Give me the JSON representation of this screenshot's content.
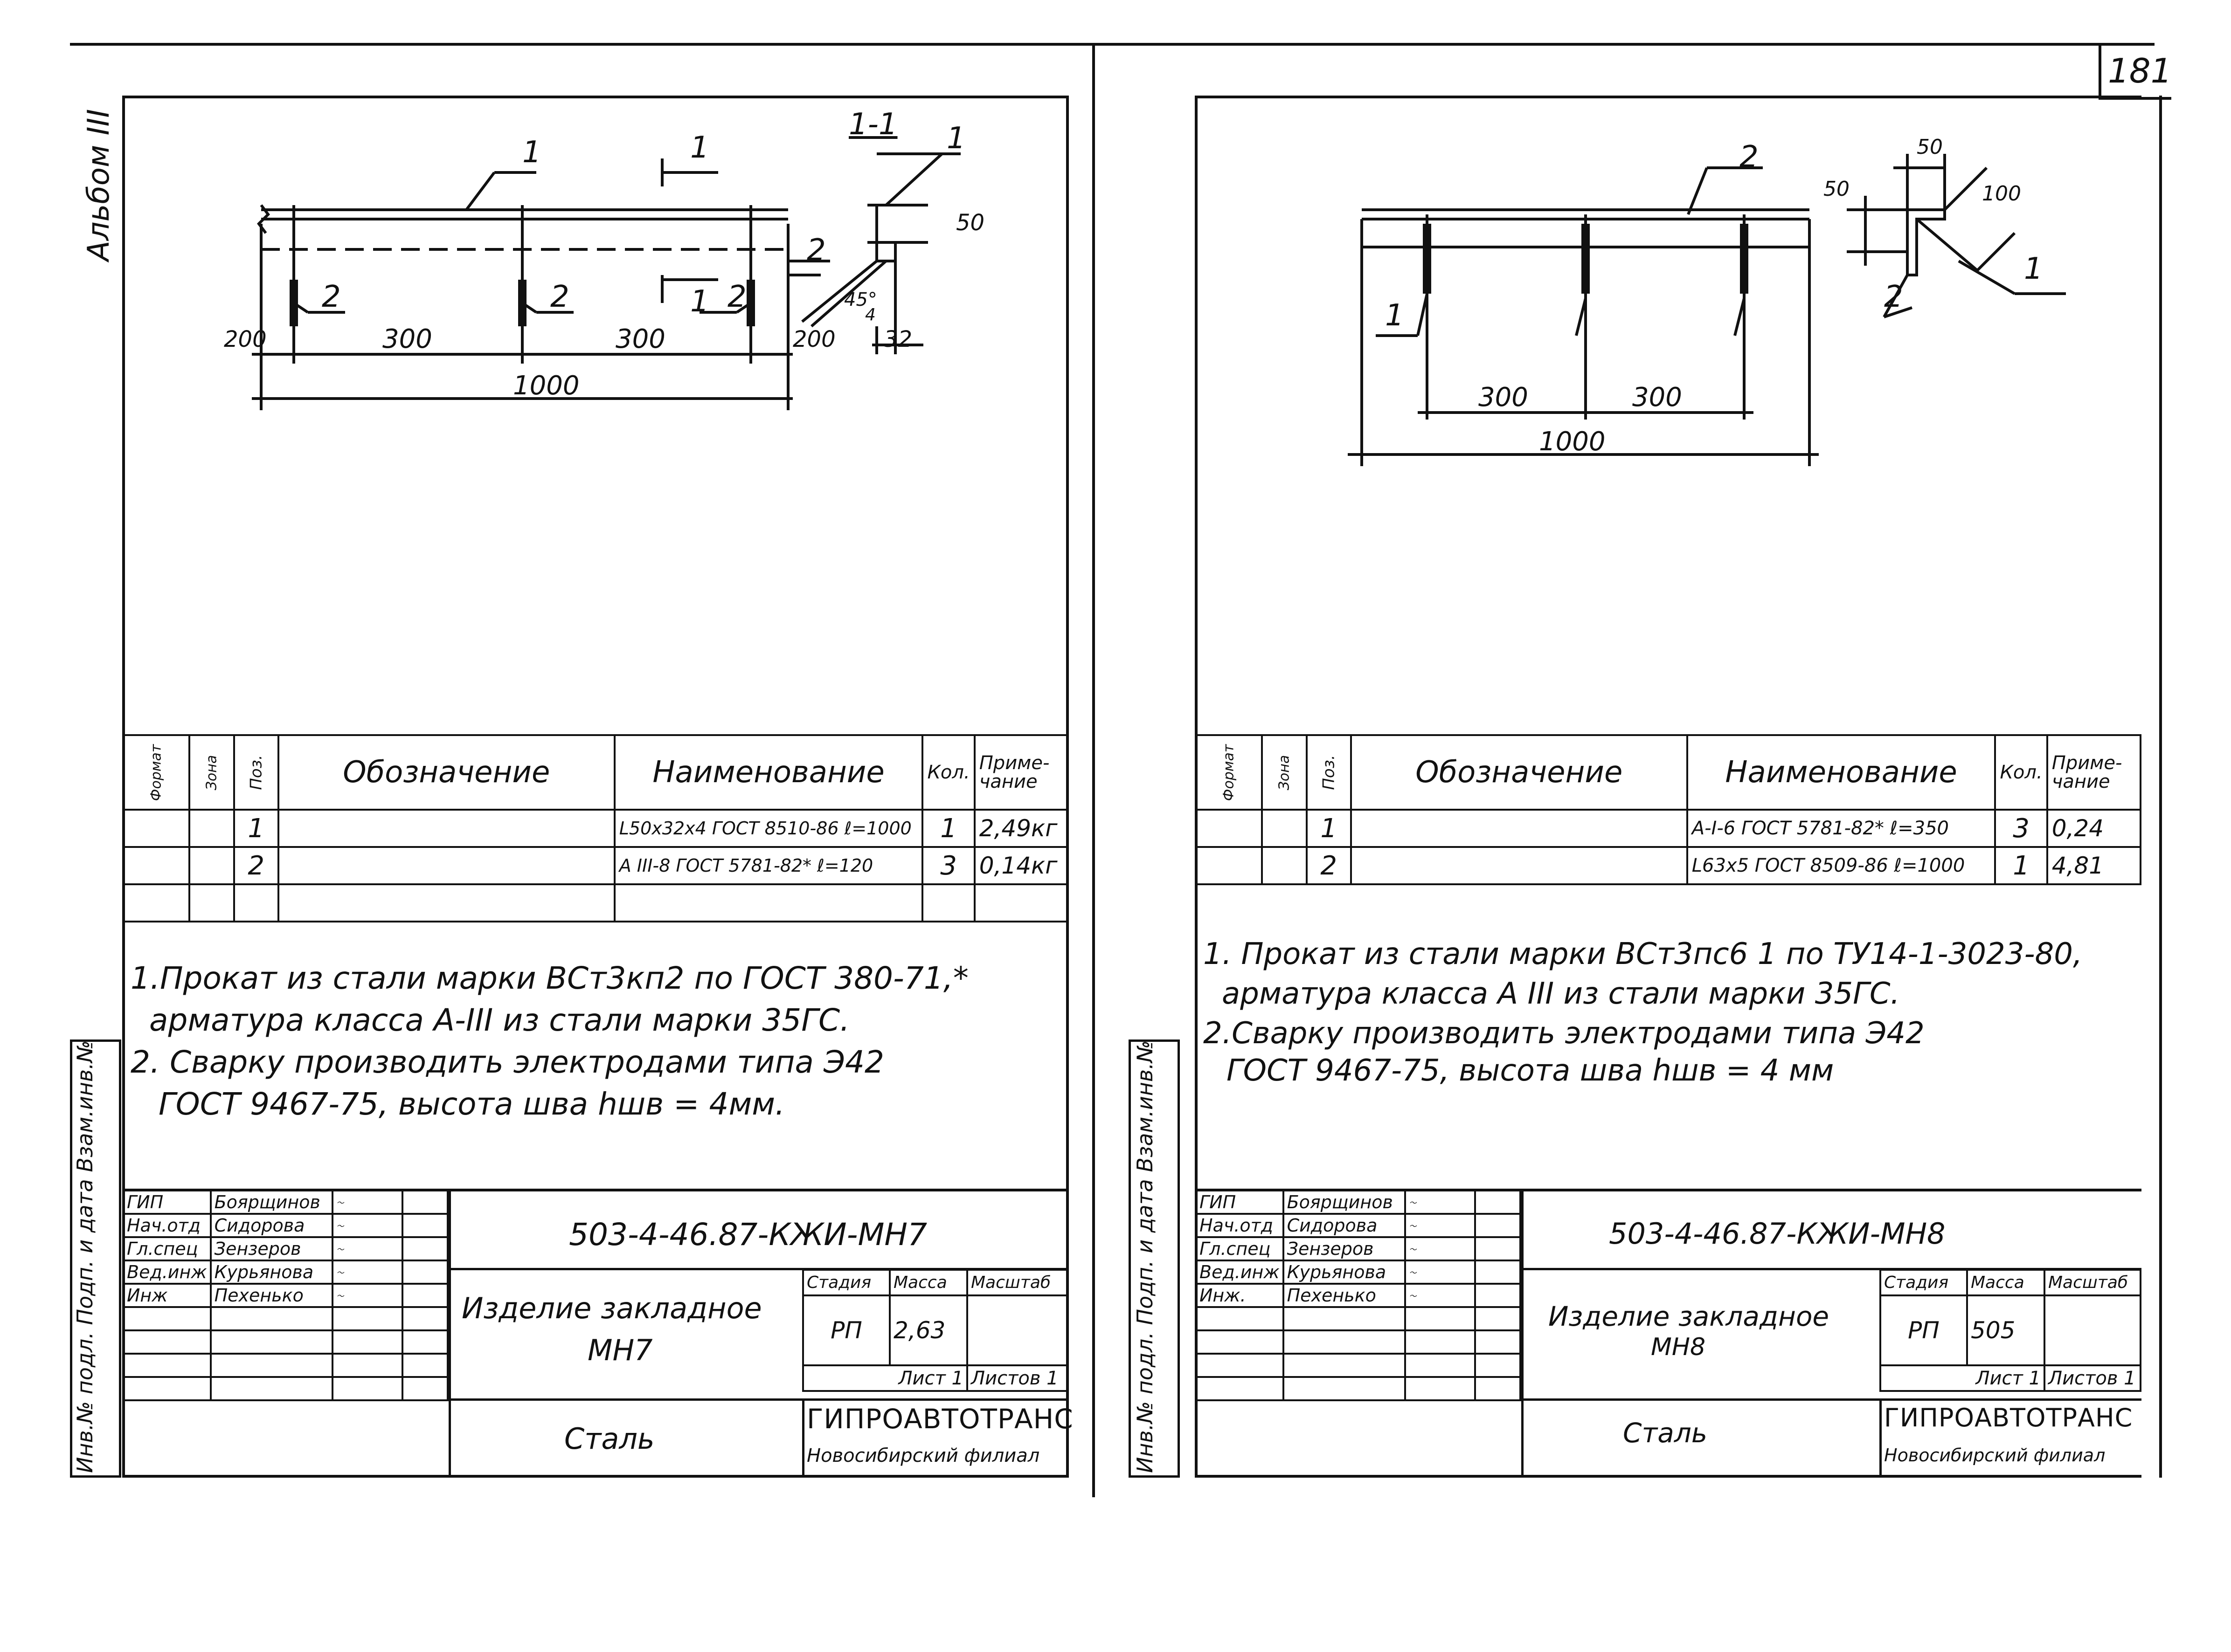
{
  "page_number": "181",
  "album_label": "Альбом III",
  "side_stamp_left": "Инв.№ подл. Подп. и дата Взам.инв.№",
  "side_stamp_right": "Инв.№ подл. Подп. и дата Взам.инв.№",
  "left": {
    "drawing": {
      "pos_1": "1",
      "pos_2a": "2",
      "pos_2b": "2",
      "pos_2c": "2",
      "section_mark": "1",
      "section_mark2": "1",
      "section_title": "1-1",
      "section_pos1": "1",
      "section_pos2": "2",
      "dim_200_left": "200",
      "dim_300_a": "300",
      "dim_300_b": "300",
      "dim_200_right": "200",
      "dim_1000": "1000",
      "dim_50": "50",
      "dim_32": "32",
      "angle": "45°",
      "dim_4": "4"
    },
    "spec_headers": {
      "format": "Формат",
      "zone": "Зона",
      "pos": "Поз.",
      "designation": "Обозначение",
      "name": "Наименование",
      "qty": "Кол.",
      "note": "Приме-чание"
    },
    "spec_rows": [
      {
        "pos": "1",
        "designation": "",
        "name": "L50x32x4 ГОСТ 8510-86 ℓ=1000",
        "qty": "1",
        "note": "2,49кг"
      },
      {
        "pos": "2",
        "designation": "",
        "name": "А III-8 ГОСТ 5781-82* ℓ=120",
        "qty": "3",
        "note": "0,14кг"
      }
    ],
    "notes": [
      "1.Прокат из стали марки ВСт3кп2 по ГОСТ 380-71,*",
      "арматура класса А-III из стали марки 35ГС.",
      "2. Сварку производить электродами типа Э42",
      "ГОСТ 9467-75, высота шва hшв = 4мм."
    ],
    "title_block": {
      "doc_code": "503-4-46.87-КЖИ-МН7",
      "item_name_1": "Изделие закладное",
      "item_name_2": "МН7",
      "material": "Сталь",
      "stage_label": "Стадия",
      "mass_label": "Масса",
      "scale_label": "Масштаб",
      "stage": "РП",
      "mass": "2,63",
      "sheet_label": "Лист 1",
      "sheets_label": "Листов 1",
      "org_1": "ГИПРОАВТОТРАНС",
      "org_2": "Новосибирский филиал",
      "people": [
        {
          "role": "ГИП",
          "name": "Боярщинов"
        },
        {
          "role": "Нач.отд",
          "name": "Сидорова"
        },
        {
          "role": "Гл.спец",
          "name": "Зензеров"
        },
        {
          "role": "Вед.инж",
          "name": "Курьянова"
        },
        {
          "role": "Инж",
          "name": "Пехенько"
        }
      ]
    }
  },
  "right": {
    "drawing": {
      "pos_2": "2",
      "pos_1": "1",
      "sec_pos1": "1",
      "sec_pos2": "2",
      "dim_300_a": "300",
      "dim_300_b": "300",
      "dim_1000": "1000",
      "dim_50_h": "50",
      "dim_50_v": "50",
      "dim_100": "100"
    },
    "spec_headers": {
      "format": "Формат",
      "zone": "Зона",
      "pos": "Поз.",
      "designation": "Обозначение",
      "name": "Наименование",
      "qty": "Кол.",
      "note": "Приме-чание"
    },
    "spec_rows": [
      {
        "pos": "1",
        "designation": "",
        "name": "А-I-6 ГОСТ 5781-82* ℓ=350",
        "qty": "3",
        "note": "0,24"
      },
      {
        "pos": "2",
        "designation": "",
        "name": "L63x5 ГОСТ 8509-86 ℓ=1000",
        "qty": "1",
        "note": "4,81"
      }
    ],
    "notes": [
      "1. Прокат из стали марки ВСт3пс6 1 по ТУ14-1-3023-80,",
      "арматура класса А III из стали марки 35ГС.",
      "2.Сварку производить электродами типа Э42",
      "ГОСТ 9467-75, высота шва hшв = 4 мм"
    ],
    "title_block": {
      "doc_code": "503-4-46.87-КЖИ-МН8",
      "item_name_1": "Изделие закладное",
      "item_name_2": "МН8",
      "material": "Сталь",
      "stage_label": "Стадия",
      "mass_label": "Масса",
      "scale_label": "Масштаб",
      "stage": "РП",
      "mass": "505",
      "sheet_label": "Лист 1",
      "sheets_label": "Листов 1",
      "org_1": "ГИПРОАВТОТРАНС",
      "org_2": "Новосибирский филиал",
      "people": [
        {
          "role": "ГИП",
          "name": "Боярщинов"
        },
        {
          "role": "Нач.отд",
          "name": "Сидорова"
        },
        {
          "role": "Гл.спец",
          "name": "Зензеров"
        },
        {
          "role": "Вед.инж",
          "name": "Курьянова"
        },
        {
          "role": "Инж.",
          "name": "Пехенько"
        }
      ]
    }
  }
}
